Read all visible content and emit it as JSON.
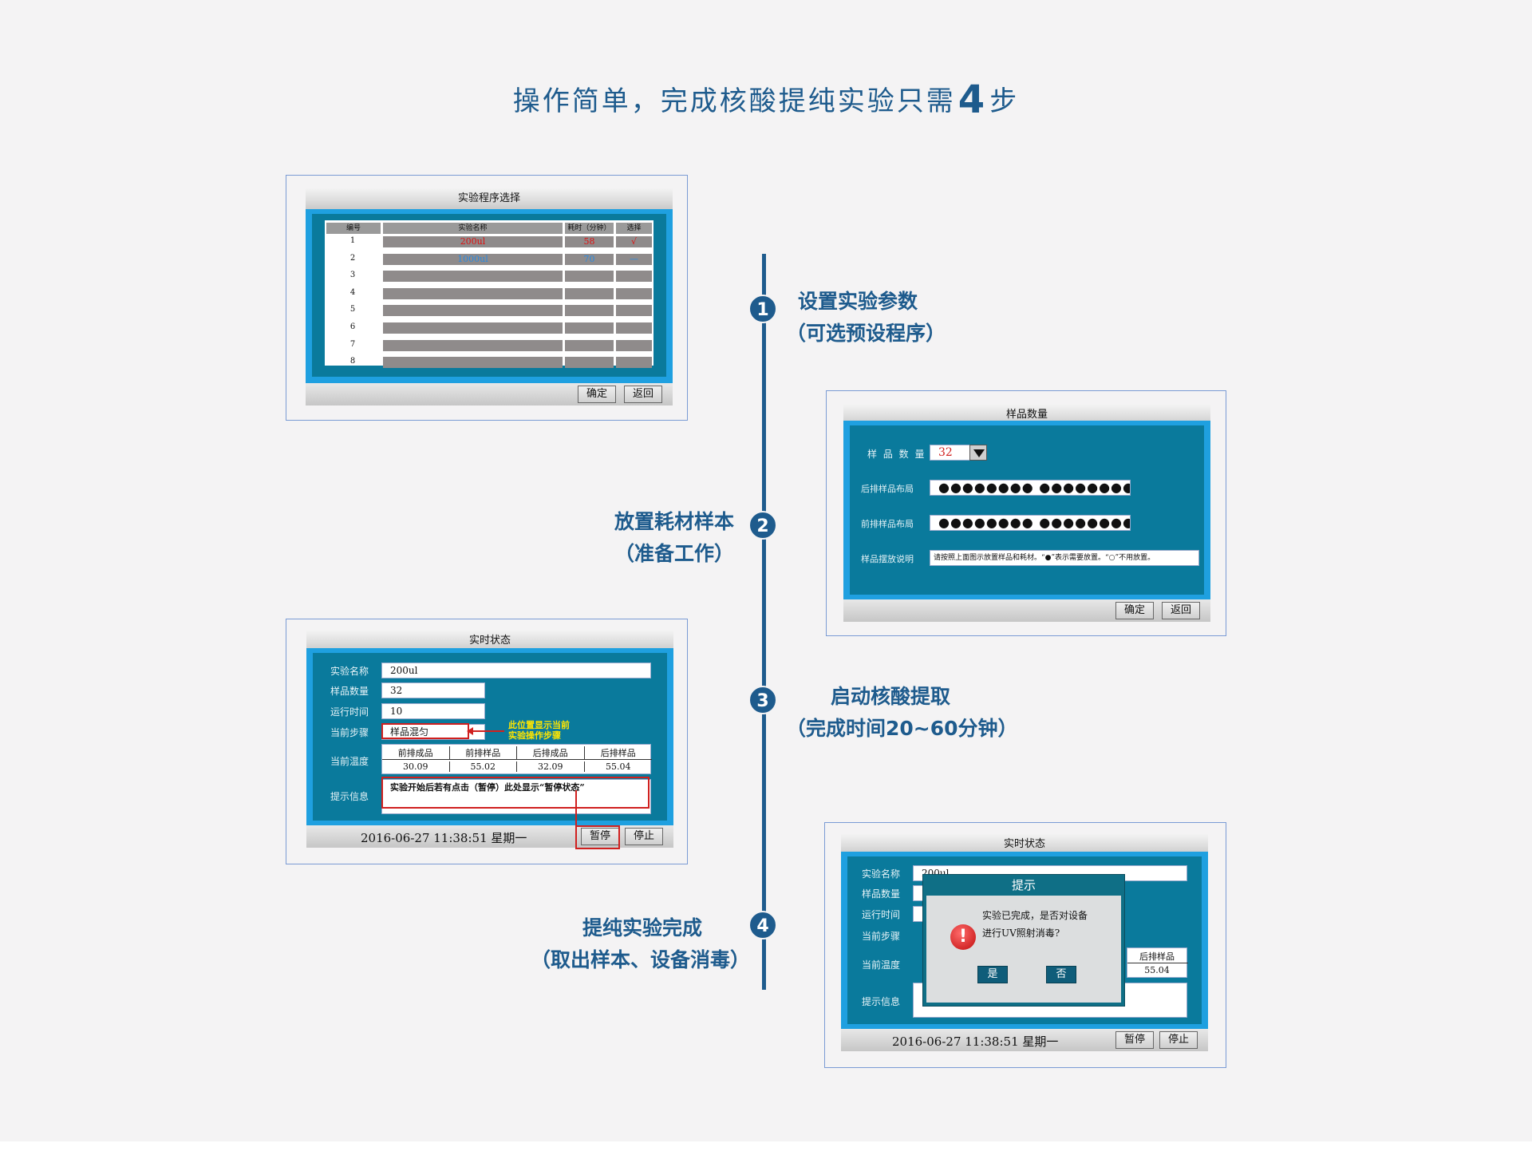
{
  "headline": {
    "text_before": "操作简单，完成核酸提纯实验只需",
    "number": "4",
    "text_after": "步"
  },
  "steps": [
    {
      "number": "1",
      "line1": "设置实验参数",
      "line2": "（可选预设程序）"
    },
    {
      "number": "2",
      "line1": "放置耗材样本",
      "line2": "（准备工作）"
    },
    {
      "number": "3",
      "line1": "启动核酸提取",
      "line2": "（完成时间20~60分钟）"
    },
    {
      "number": "4",
      "line1": "提纯实验完成",
      "line2": "（取出样本、设备消毒）"
    }
  ],
  "screen1": {
    "title": "实验程序选择",
    "headers": [
      "编号",
      "实验名称",
      "耗时（分钟）",
      "选择"
    ],
    "rows": [
      {
        "num": "1",
        "name": "200ul",
        "time": "58",
        "select": "√"
      },
      {
        "num": "2",
        "name": "1000ul",
        "time": "70",
        "select": "—"
      },
      {
        "num": "3",
        "name": "",
        "time": "",
        "select": ""
      },
      {
        "num": "4",
        "name": "",
        "time": "",
        "select": ""
      },
      {
        "num": "5",
        "name": "",
        "time": "",
        "select": ""
      },
      {
        "num": "6",
        "name": "",
        "time": "",
        "select": ""
      },
      {
        "num": "7",
        "name": "",
        "time": "",
        "select": ""
      },
      {
        "num": "8",
        "name": "",
        "time": "",
        "select": ""
      }
    ],
    "confirm": "确定",
    "back": "返回"
  },
  "screen2": {
    "title": "样品数量",
    "count_label": "样 品 数 量",
    "count_value": "32",
    "rear_label": "后排样品布局",
    "rear_value": "●●●●●●●● ●●●●●●●●",
    "front_label": "前排样品布局",
    "front_value": "●●●●●●●● ●●●●●●●●",
    "note_label": "样品摆放说明",
    "note_value": "请按照上面图示放置样品和耗材。“●”表示需要放置。“○”不用放置。",
    "confirm": "确定",
    "back": "返回"
  },
  "screen3": {
    "title": "实时状态",
    "labels": {
      "name": "实验名称",
      "count": "样品数量",
      "runtime": "运行时间",
      "step": "当前步骤",
      "temp": "当前温度",
      "info": "提示信息"
    },
    "values": {
      "name": "200ul",
      "count": "32",
      "runtime": "10",
      "step": "样品混匀"
    },
    "temp_headers": [
      "前排成品",
      "前排样品",
      "后排成品",
      "后排样品"
    ],
    "temp_values": [
      "30.09",
      "55.02",
      "32.09",
      "55.04"
    ],
    "annotation_line1": "此位置显示当前",
    "annotation_line2": "实验操作步骤",
    "info_text": "实验开始后若有点击（暂停）此处显示“暂停状态”",
    "datetime": "2016-06-27  11:38:51  星期一",
    "pause": "暂停",
    "stop": "停止"
  },
  "screen4": {
    "title": "实时状态",
    "labels": {
      "name": "实验名称",
      "count": "样品数量",
      "runtime": "运行时间",
      "step": "当前步骤",
      "temp": "当前温度",
      "info": "提示信息"
    },
    "name_value": "200ul",
    "temp_header_visible": "后排样品",
    "temp_value_visible": "55.04",
    "dialog_title": "提示",
    "dialog_line1": "实验已完成，是否对设备",
    "dialog_line2": "进行UV照射消毒?",
    "dialog_yes": "是",
    "dialog_no": "否",
    "datetime": "2016-06-27  11:38:51  星期一",
    "pause": "暂停",
    "stop": "停止"
  },
  "colors": {
    "accent": "#1e5b8d",
    "panel_teal": "#0a7a9c",
    "panel_cyan": "#1fa0e0",
    "alert_red": "#d0201f"
  }
}
